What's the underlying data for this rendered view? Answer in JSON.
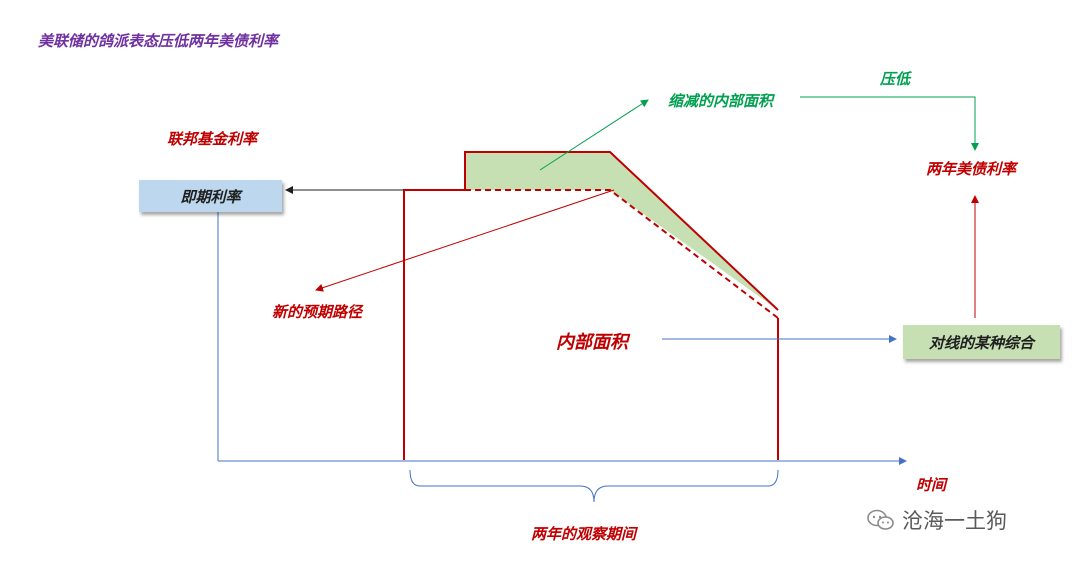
{
  "title": "美联储的鸽派表态压低两年美债利率",
  "labels": {
    "fed_funds_rate": "联邦基金利率",
    "spot_rate": "即期利率",
    "new_expected_path": "新的预期路径",
    "reduced_inner_area": "缩减的内部面积",
    "lower": "压低",
    "two_year_treasury_rate": "两年美债利率",
    "inner_area": "内部面积",
    "some_combination": "对线的某种综合",
    "time": "时间",
    "observation_period": "两年的观察期间"
  },
  "watermark": "沧海一土狗",
  "colors": {
    "title": "#7030a0",
    "red": "#c00000",
    "green_text": "#00a050",
    "shaded_area": "#c6e0b4",
    "blue_box": "#bdd7ee",
    "green_box": "#c6e0b4",
    "axis": "#4472c4"
  }
}
